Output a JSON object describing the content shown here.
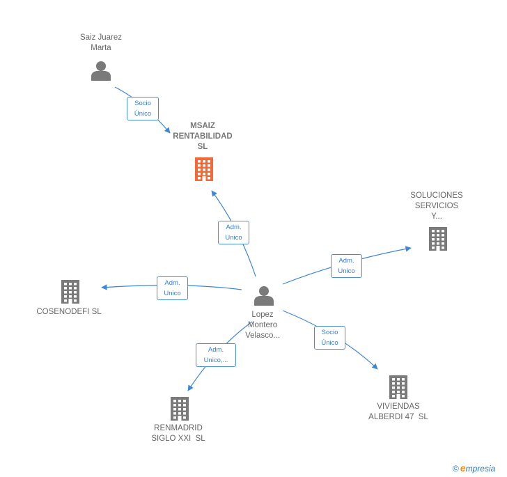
{
  "colors": {
    "edge": "#3f86d6",
    "company_main": "#f26a38",
    "company": "#7a7a7a",
    "person": "#7a7a7a"
  },
  "nodes": {
    "saiz": {
      "lines": [
        "Saiz Juarez",
        "Marta"
      ],
      "icon": "person-icon"
    },
    "msaiz": {
      "lines": [
        "MSAIZ",
        "RENTABILIDAD",
        "SL"
      ],
      "icon": "building-icon"
    },
    "soluciones": {
      "lines": [
        "SOLUCIONES",
        "SERVICIOS",
        "Y..."
      ],
      "icon": "building-icon"
    },
    "cosenodefi": {
      "lines": [
        "COSENODEFI SL"
      ],
      "icon": "building-icon"
    },
    "lopez": {
      "lines": [
        "Lopez",
        "Montero",
        "Velasco..."
      ],
      "icon": "person-icon"
    },
    "renmadrid": {
      "lines": [
        "RENMADRID",
        "SIGLO XXI  SL"
      ],
      "icon": "building-icon"
    },
    "viviendas": {
      "lines": [
        "VIVIENDAS",
        "ALBERDI 47  SL"
      ],
      "icon": "building-icon"
    }
  },
  "edges": {
    "saiz_msaiz": [
      "Socio",
      "Único"
    ],
    "lopez_msaiz": [
      "Adm.",
      "Unico"
    ],
    "lopez_soluciones": [
      "Adm.",
      "Unico"
    ],
    "lopez_cosenodefi": [
      "Adm.",
      "Unico"
    ],
    "lopez_renmadrid": [
      "Adm.",
      "Unico,..."
    ],
    "lopez_viviendas": [
      "Socio",
      "Único"
    ]
  },
  "brand": {
    "copyright": "©",
    "name_initial": "e",
    "name_rest": "mpresia"
  }
}
